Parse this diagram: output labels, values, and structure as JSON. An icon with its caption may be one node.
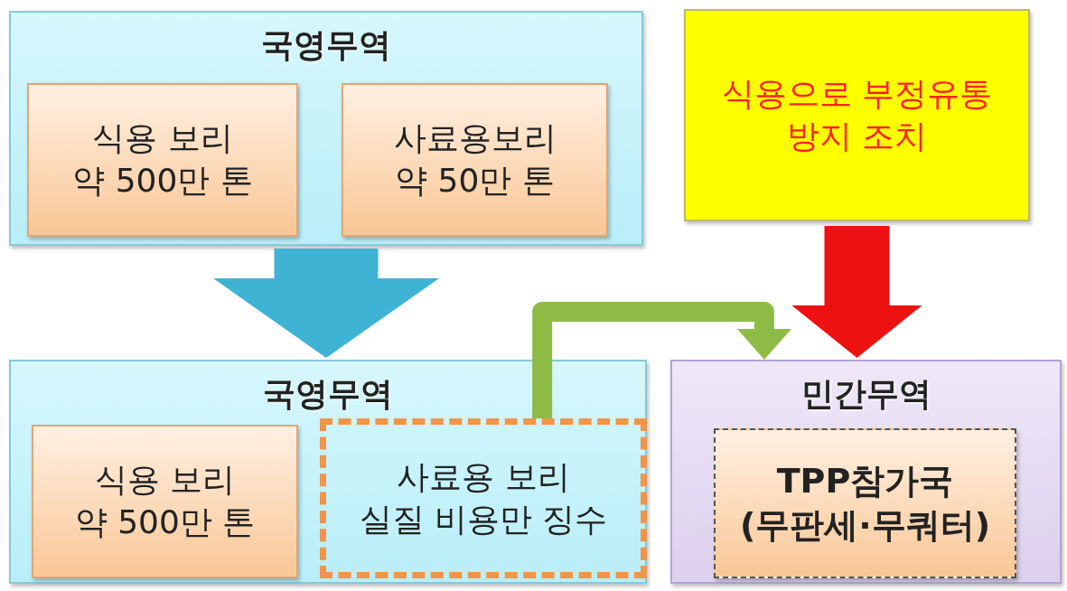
{
  "diagram": {
    "nodes": [
      {
        "text": [
          "국영무역"
        ]
      },
      {
        "text": [
          "식용 보리 약 500만 톤"
        ],
        "in": 0
      },
      {
        "text": [
          "사료용보리 약 50만 톤"
        ],
        "in": 0
      },
      {
        "text": [
          "식용으로 부정유통 방지 조치"
        ]
      },
      {
        "text": [
          "국영무역"
        ]
      },
      {
        "text": [
          "식용 보리 약 500만 톤"
        ],
        "in": 4
      },
      {
        "text": [
          "사료용 보리 실질 비용만 징수"
        ],
        "in": 4
      },
      {
        "text": [
          "민간무역"
        ]
      },
      {
        "text": [
          "TPP참가국 (무판세·무쿼터)"
        ],
        "in": 7
      }
    ],
    "edges": [
      {
        "from": 0,
        "to": 4,
        "arrow": "to",
        "color": "#3fb3d3"
      },
      {
        "from": 3,
        "to": 7,
        "arrow": "to",
        "color": "#ee1111"
      },
      {
        "from": 6,
        "to": 7,
        "arrow": "to",
        "color": "#8dbb46"
      }
    ]
  }
}
